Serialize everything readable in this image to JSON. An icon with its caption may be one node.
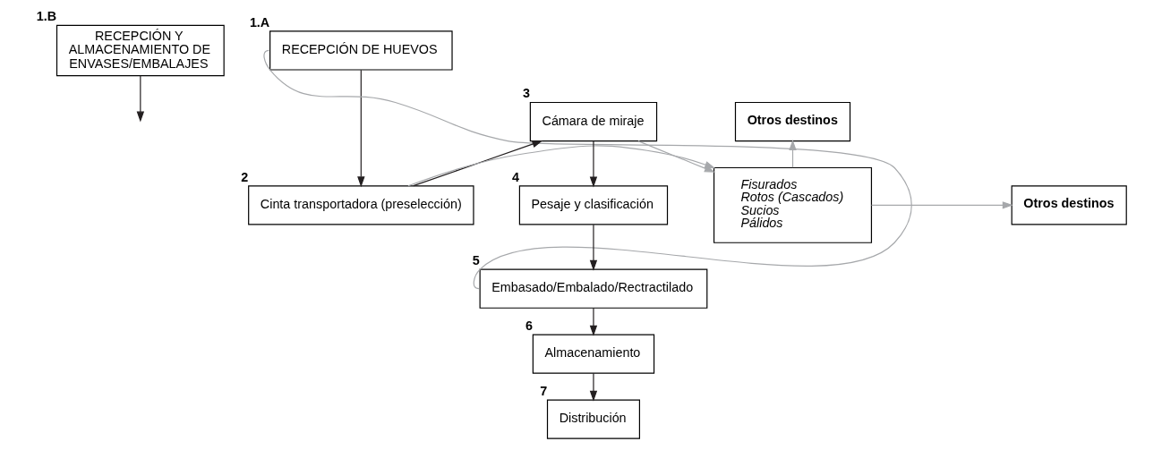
{
  "diagram": {
    "nodes": [
      {
        "text": [
          "RECEPCIÓN Y ALMACENAMIENTO DE ENVASES/EMBALAJES"
        ],
        "beside": [
          "1.B"
        ]
      },
      {
        "text": [
          "RECEPCIÓN DE HUEVOS"
        ],
        "beside": [
          "1.A"
        ]
      },
      {
        "text": [
          "Cinta transportadora (preselección)"
        ],
        "beside": [
          "2"
        ]
      },
      {
        "text": [
          "Cámara de miraje"
        ],
        "beside": [
          "3"
        ]
      },
      {
        "text": [
          "Pesaje y clasificación"
        ],
        "beside": [
          "4"
        ]
      },
      {
        "text": [
          "Embasado/Embalado/Rectractilado"
        ],
        "beside": [
          "5"
        ]
      },
      {
        "text": [
          "Almacenamiento"
        ],
        "beside": [
          "6"
        ]
      },
      {
        "text": [
          "Distribución"
        ],
        "beside": [
          "7"
        ]
      },
      {
        "text": [
          "Fisurados",
          "Rotos (Cascados)",
          "Sucios",
          "Pálidos"
        ]
      },
      {
        "text": [
          "Otros destinos"
        ]
      },
      {
        "text": [
          "Otros destinos"
        ]
      }
    ],
    "edges": [
      {
        "from": 0,
        "to": null,
        "arrow": "to"
      },
      {
        "from": 1,
        "to": 5,
        "arrow": "none",
        "color": "#a6a8ab"
      },
      {
        "from": 1,
        "to": 2,
        "arrow": "to"
      },
      {
        "from": 2,
        "to": 3,
        "arrow": "to"
      },
      {
        "from": 3,
        "to": 4,
        "arrow": "to"
      },
      {
        "from": 4,
        "to": 5,
        "arrow": "to"
      },
      {
        "from": 5,
        "to": 6,
        "arrow": "to"
      },
      {
        "from": 6,
        "to": 7,
        "arrow": "to"
      },
      {
        "from": 2,
        "to": 8,
        "arrow": "to",
        "color": "#a6a8ab"
      },
      {
        "from": 3,
        "to": 8,
        "arrow": "to",
        "color": "#a6a8ab"
      },
      {
        "from": 8,
        "to": 9,
        "arrow": "to",
        "color": "#a6a8ab"
      },
      {
        "from": 8,
        "to": 10,
        "arrow": "to",
        "color": "#a6a8ab"
      }
    ]
  }
}
